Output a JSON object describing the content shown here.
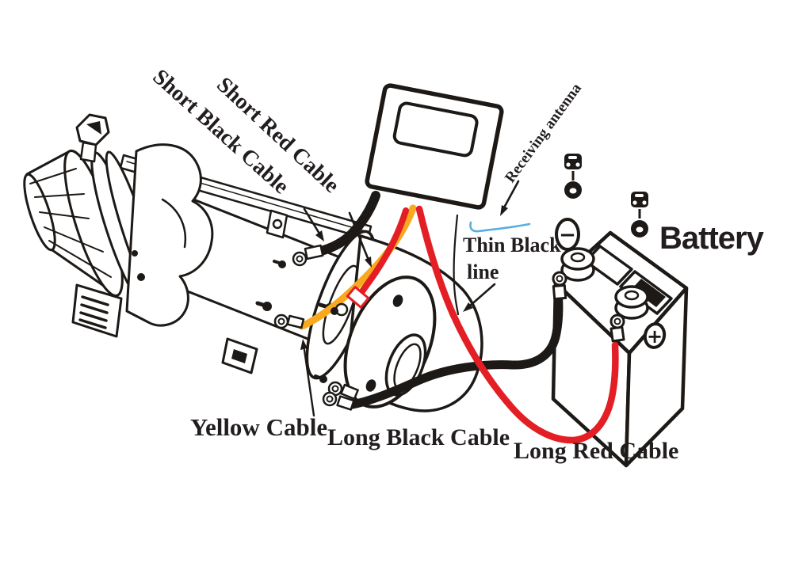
{
  "labels": {
    "short_red_cable": "Short Red Cable",
    "short_black_cable": "Short Black Cable",
    "receiving_antenna": "Receiving antenna",
    "thin_black_line_top": "Thin Black",
    "thin_black_line_bottom": "line",
    "yellow_cable": "Yellow Cable",
    "long_black_cable": "Long Black Cable",
    "long_red_cable": "Long Red Cable",
    "battery": "Battery"
  },
  "battery": {
    "positive_symbol": "+",
    "negative_symbol": "−"
  },
  "colors": {
    "red_cable": "#e31e24",
    "yellow_cable": "#f8a91e",
    "black": "#1c1916",
    "antenna_blue": "#58ade0",
    "background": "#ffffff"
  }
}
